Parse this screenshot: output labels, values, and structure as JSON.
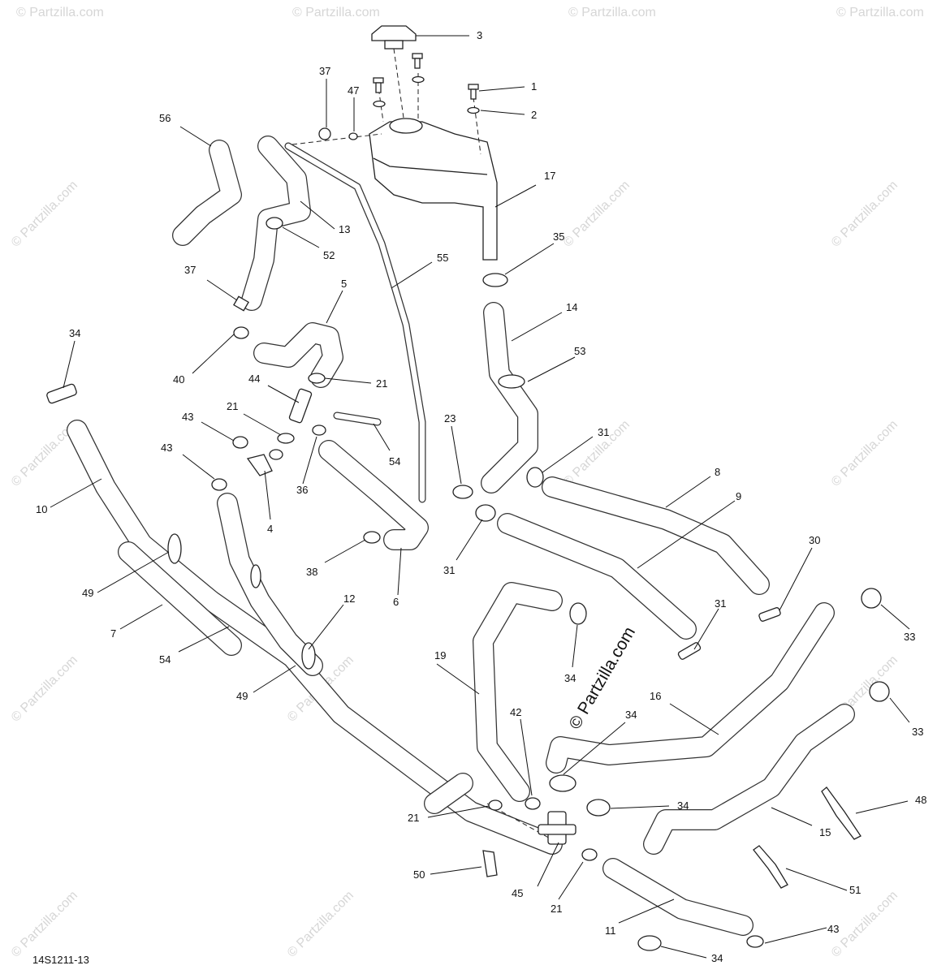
{
  "diagram": {
    "reference_code": "14S1211-13",
    "watermark_main": "© Partzilla.com",
    "watermark_repeat": "© Partzilla.com",
    "callouts": [
      {
        "id": "c3",
        "label": "3"
      },
      {
        "id": "c1",
        "label": "1"
      },
      {
        "id": "c2",
        "label": "2"
      },
      {
        "id": "c37a",
        "label": "37"
      },
      {
        "id": "c47",
        "label": "47"
      },
      {
        "id": "c56",
        "label": "56"
      },
      {
        "id": "c17",
        "label": "17"
      },
      {
        "id": "c13",
        "label": "13"
      },
      {
        "id": "c52",
        "label": "52"
      },
      {
        "id": "c35",
        "label": "35"
      },
      {
        "id": "c55",
        "label": "55"
      },
      {
        "id": "c37b",
        "label": "37"
      },
      {
        "id": "c5",
        "label": "5"
      },
      {
        "id": "c14",
        "label": "14"
      },
      {
        "id": "c34a",
        "label": "34"
      },
      {
        "id": "c53",
        "label": "53"
      },
      {
        "id": "c40",
        "label": "40"
      },
      {
        "id": "c44",
        "label": "44"
      },
      {
        "id": "c21a",
        "label": "21"
      },
      {
        "id": "c21b",
        "label": "21"
      },
      {
        "id": "c43a",
        "label": "43"
      },
      {
        "id": "c23",
        "label": "23"
      },
      {
        "id": "c31a",
        "label": "31"
      },
      {
        "id": "c43b",
        "label": "43"
      },
      {
        "id": "c54a",
        "label": "54"
      },
      {
        "id": "c36",
        "label": "36"
      },
      {
        "id": "c10",
        "label": "10"
      },
      {
        "id": "c8",
        "label": "8"
      },
      {
        "id": "c9",
        "label": "9"
      },
      {
        "id": "c4",
        "label": "4"
      },
      {
        "id": "c30",
        "label": "30"
      },
      {
        "id": "c31b",
        "label": "31"
      },
      {
        "id": "c38",
        "label": "38"
      },
      {
        "id": "c49a",
        "label": "49"
      },
      {
        "id": "c6",
        "label": "6"
      },
      {
        "id": "c12",
        "label": "12"
      },
      {
        "id": "c31c",
        "label": "31"
      },
      {
        "id": "c7",
        "label": "7"
      },
      {
        "id": "c33a",
        "label": "33"
      },
      {
        "id": "c54b",
        "label": "54"
      },
      {
        "id": "c19",
        "label": "19"
      },
      {
        "id": "c34b",
        "label": "34"
      },
      {
        "id": "c49b",
        "label": "49"
      },
      {
        "id": "c16",
        "label": "16"
      },
      {
        "id": "c42",
        "label": "42"
      },
      {
        "id": "c34c",
        "label": "34"
      },
      {
        "id": "c33b",
        "label": "33"
      },
      {
        "id": "c48",
        "label": "48"
      },
      {
        "id": "c21c",
        "label": "21"
      },
      {
        "id": "c34d",
        "label": "34"
      },
      {
        "id": "c15",
        "label": "15"
      },
      {
        "id": "c50",
        "label": "50"
      },
      {
        "id": "c51",
        "label": "51"
      },
      {
        "id": "c45",
        "label": "45"
      },
      {
        "id": "c21d",
        "label": "21"
      },
      {
        "id": "c11",
        "label": "11"
      },
      {
        "id": "c43c",
        "label": "43"
      },
      {
        "id": "c34e",
        "label": "34"
      }
    ]
  }
}
